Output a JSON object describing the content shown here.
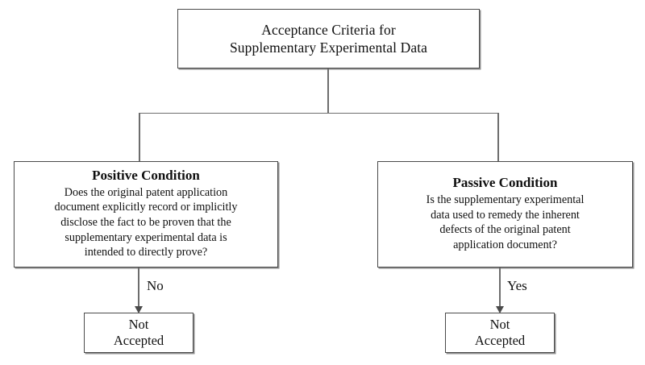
{
  "diagram": {
    "title_node": {
      "lines": [
        "Acceptance Criteria for",
        "Supplementary Experimental Data"
      ]
    },
    "branches": [
      {
        "heading": "Positive Condition",
        "body_lines": [
          "Does the original patent application",
          "document explicitly record or implicitly",
          "disclose the fact to be proven that the",
          "supplementary experimental data is",
          "intended to directly prove?"
        ],
        "edge_label": "No",
        "outcome_lines": [
          "Not",
          "Accepted"
        ]
      },
      {
        "heading": "Passive Condition",
        "body_lines": [
          "Is the supplementary experimental",
          "data used to remedy the inherent",
          "defects of the original patent",
          "application document?"
        ],
        "edge_label": "Yes",
        "outcome_lines": [
          "Not",
          "Accepted"
        ]
      }
    ],
    "colors": {
      "background": "#ffffff",
      "box_border": "#4a4a4a",
      "box_shadow": "#8e8e8e",
      "connector": "#6d6d6d",
      "text": "#101010"
    }
  }
}
